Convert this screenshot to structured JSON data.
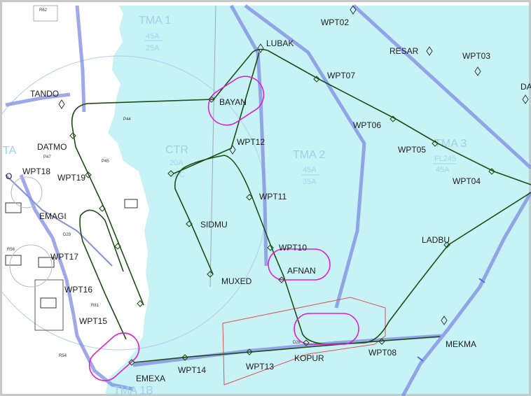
{
  "map": {
    "colors": {
      "land": "#ffffff",
      "sea": "#c8f3f6",
      "route": "#1d4d14",
      "holding": "#e020d0",
      "boundary": "#7f8be0",
      "restricted_area": "#e05050"
    },
    "airspace_labels": [
      {
        "id": "tma1",
        "name": "TMA 1",
        "upper": "45A",
        "lower": "25A"
      },
      {
        "id": "ctr",
        "name": "CTR",
        "upper": "20A",
        "lower": "SFC"
      },
      {
        "id": "tma2",
        "name": "TMA 2",
        "upper": "45A",
        "lower": "35A"
      },
      {
        "id": "tma3",
        "name": "TMA 3",
        "upper": "FL245",
        "lower": "45A"
      },
      {
        "id": "tma1b",
        "name": "TMA 1B"
      },
      {
        "id": "zone-ta",
        "name": "TA"
      }
    ],
    "area_labels": [
      "R62",
      "P44",
      "P45",
      "P47",
      "D29",
      "R56",
      "R81",
      "R54",
      "D28"
    ],
    "waypoints": [
      "WPT02",
      "LUBAK",
      "RESAR",
      "WPT03",
      "WPT07",
      "TANDO",
      "BAYAN",
      "WPT06",
      "DATMO",
      "WPT12",
      "WPT05",
      "WPT18",
      "WPT19",
      "WPT04",
      "WPT11",
      "EMAGI",
      "SIDMU",
      "LADBU",
      "WPT17",
      "WPT10",
      "AFNAN",
      "MUXED",
      "WPT16",
      "WPT15",
      "MEKMA",
      "KOPUR",
      "WPT08",
      "WPT14",
      "WPT13",
      "EMEXA",
      "DA",
      "O"
    ]
  }
}
